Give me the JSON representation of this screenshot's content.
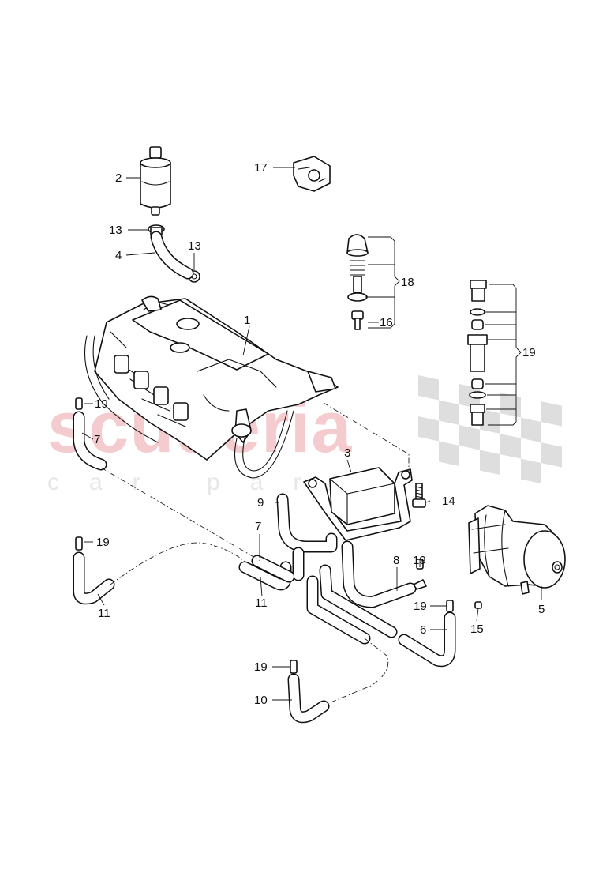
{
  "watermark": {
    "brand": "scuderia",
    "sub": "car parts",
    "brand_color": "#f3c4c8",
    "flag_color": "#d9d9d9"
  },
  "labels": {
    "p1": "1",
    "p2": "2",
    "p3": "3",
    "p4": "4",
    "p5": "5",
    "p6": "6",
    "p7a": "7",
    "p7b": "7",
    "p8": "8",
    "p9": "9",
    "p10": "10",
    "p11a": "11",
    "p11b": "11",
    "p13a": "13",
    "p13b": "13",
    "p14": "14",
    "p15": "15",
    "p16": "16",
    "p17": "17",
    "p18": "18",
    "p19a": "19",
    "p19b": "19",
    "p19c": "19",
    "p19d": "19",
    "p19e": "19",
    "p19f": "19"
  }
}
